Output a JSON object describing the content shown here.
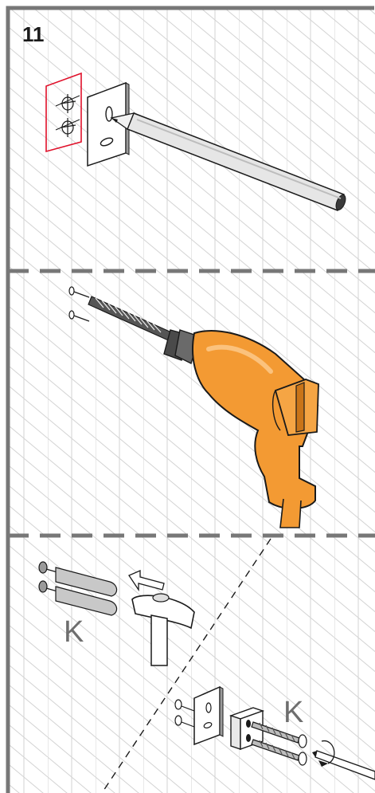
{
  "step_number": "11",
  "part_labels": {
    "anchors_label": "K",
    "screws_label": "K"
  },
  "colors": {
    "frame": "#777777",
    "tile_grid": "#d2d2d2",
    "drill_body": "#f39a33",
    "marking_guide": "#e0102a",
    "outline": "#1a1a1a"
  },
  "icons": [
    "pencil-icon",
    "marking-guide-icon",
    "wall-plate-icon",
    "drill-icon",
    "drill-bit-icon",
    "wall-anchor-icon",
    "hammer-icon",
    "bracket-block-icon",
    "screw-icon",
    "screwdriver-icon",
    "direction-arrow-icon"
  ]
}
